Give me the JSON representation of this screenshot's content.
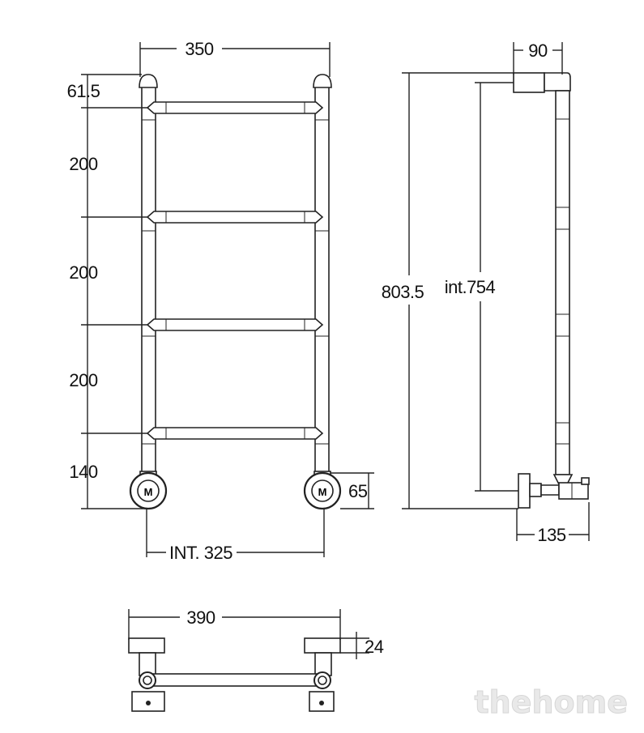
{
  "front_view": {
    "width_top": "350",
    "top_offset": "61.5",
    "spacing_1": "200",
    "spacing_2": "200",
    "spacing_3": "200",
    "bottom_offset": "140",
    "valve_height": "65",
    "inner_width": "INT. 325",
    "valve_mark": "M"
  },
  "side_view": {
    "depth_top": "90",
    "total_height": "803.5",
    "inner_height": "int.754",
    "depth_bottom": "135"
  },
  "top_view": {
    "total_width": "390",
    "mount_size": "24"
  },
  "watermark": "thehome",
  "colors": {
    "line": "#222222",
    "watermark": "#e9e9e9"
  }
}
